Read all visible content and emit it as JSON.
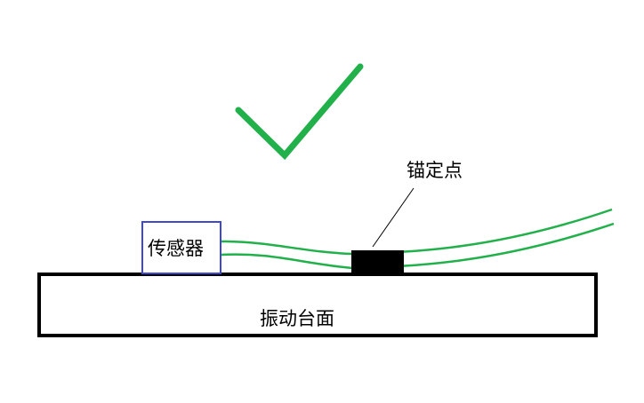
{
  "labels": {
    "sensor": "传感器",
    "anchor": "锚定点",
    "platform": "振动台面"
  },
  "icons": {
    "check": "checkmark-icon"
  },
  "colors": {
    "check": "#22b04b",
    "cable": "#22b04b",
    "sensor_border": "#3f48cc",
    "outline": "#000000",
    "anchor_fill": "#000000",
    "background": "#ffffff"
  }
}
